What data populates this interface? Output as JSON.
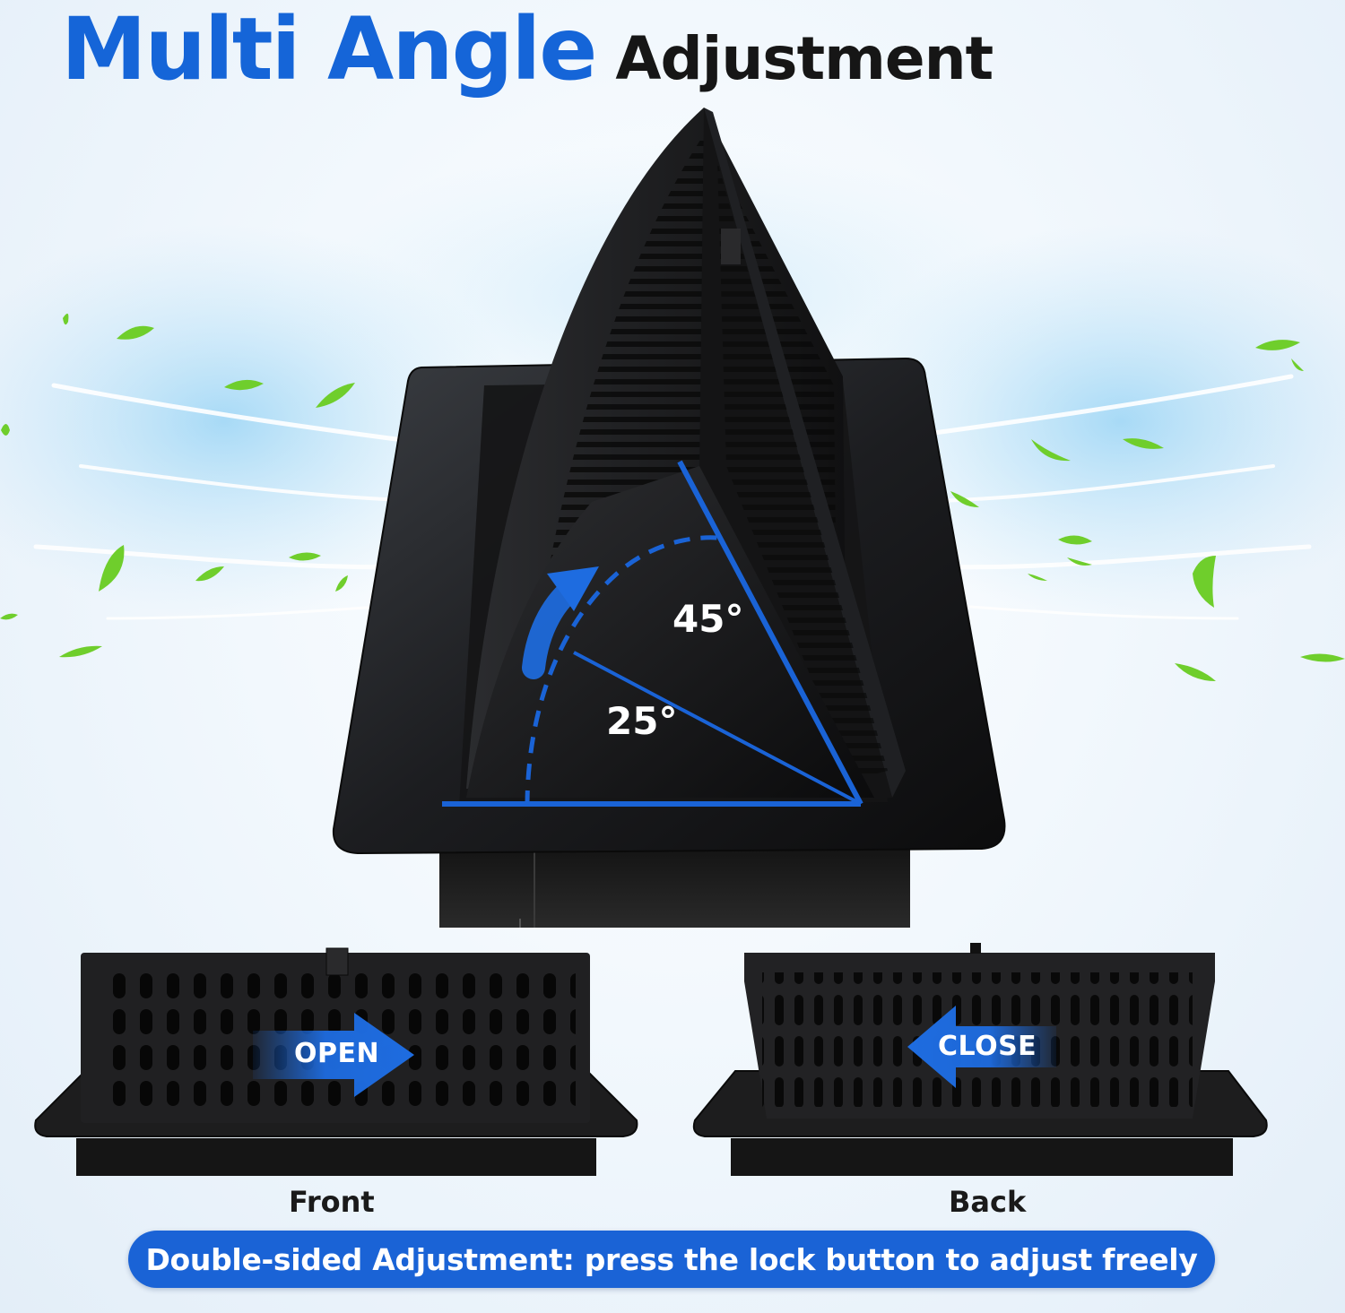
{
  "title": {
    "main": "Multi Angle",
    "sub": "Adjustment"
  },
  "angles": {
    "upper": "45°",
    "lower": "25°"
  },
  "views": {
    "front": {
      "arrow_label": "OPEN",
      "caption": "Front"
    },
    "back": {
      "arrow_label": "CLOSE",
      "caption": "Back"
    }
  },
  "banner": {
    "text": "Double-sided Adjustment: press the lock button to adjust freely"
  },
  "colors": {
    "accent_blue": "#1565d8",
    "vent_black": "#1b1b1b",
    "leaf_green": "#6fce2c"
  }
}
